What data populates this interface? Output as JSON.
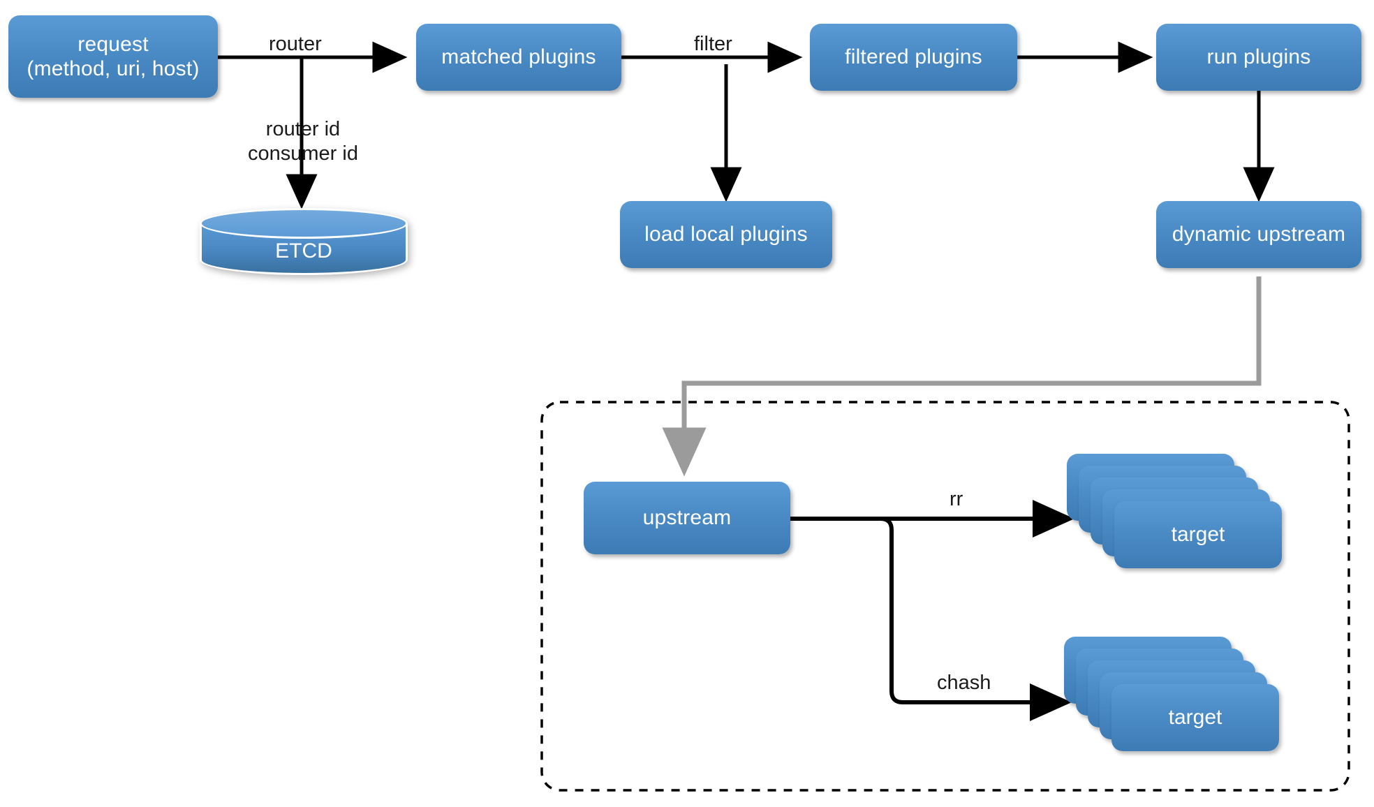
{
  "diagram": {
    "title": "APISIX request processing flow",
    "background": "#ffffff",
    "node_fill_top": "#5b9bd5",
    "node_fill_bottom": "#3d7bb5",
    "node_text_color": "#ffffff",
    "edge_color": "#000000",
    "gray_edge_color": "#9b9b9b",
    "dashed_border_color": "#000000"
  },
  "nodes": {
    "request": {
      "line1": "request",
      "line2": "(method, uri, host)"
    },
    "etcd": {
      "label": "ETCD"
    },
    "matched_plugins": {
      "label": "matched plugins"
    },
    "load_local_plugins": {
      "label": "load local plugins"
    },
    "filtered_plugins": {
      "label": "filtered plugins"
    },
    "run_plugins": {
      "label": "run plugins"
    },
    "dynamic_upstream": {
      "label": "dynamic upstream"
    },
    "upstream": {
      "label": "upstream"
    },
    "target_rr": {
      "label": "target"
    },
    "target_chash": {
      "label": "target"
    }
  },
  "edges": [
    {
      "id": "request-to-matched",
      "label": "router",
      "from": "request",
      "to": "matched_plugins",
      "style": "solid-black"
    },
    {
      "id": "request-to-etcd",
      "label_line1": "router id",
      "label_line2": "consumer id",
      "from": "request",
      "to": "etcd",
      "style": "solid-black"
    },
    {
      "id": "matched-to-filtered",
      "label": "filter",
      "from": "matched_plugins",
      "to": "filtered_plugins",
      "style": "solid-black"
    },
    {
      "id": "matched-to-local",
      "label": "",
      "from": "matched_plugins",
      "to": "load_local_plugins",
      "style": "solid-black"
    },
    {
      "id": "filtered-to-run",
      "label": "",
      "from": "filtered_plugins",
      "to": "run_plugins",
      "style": "solid-black"
    },
    {
      "id": "run-to-dynamic",
      "label": "",
      "from": "run_plugins",
      "to": "dynamic_upstream",
      "style": "solid-black"
    },
    {
      "id": "dynamic-to-upstream",
      "label": "",
      "from": "dynamic_upstream",
      "to": "upstream",
      "style": "solid-gray"
    },
    {
      "id": "upstream-to-target-rr",
      "label": "rr",
      "from": "upstream",
      "to": "target_rr",
      "style": "solid-black"
    },
    {
      "id": "upstream-to-target-chash",
      "label": "chash",
      "from": "upstream",
      "to": "target_chash",
      "style": "solid-black"
    }
  ],
  "groups": {
    "upstream_group": {
      "label": "",
      "border": "dashed"
    }
  }
}
